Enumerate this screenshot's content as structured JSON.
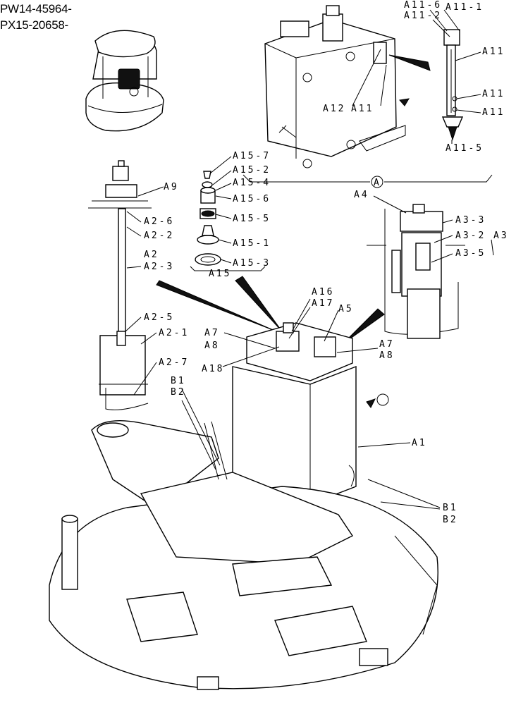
{
  "serials": [
    "PW14-45964-",
    "PX15-20658-"
  ],
  "detail_marker": "A",
  "labels": {
    "A11_6": "A11-6",
    "A11_2": "A11-2",
    "A11_1": "A11-1",
    "A11_top": "A11",
    "A11_mid": "A11",
    "A11_low": "A11",
    "A11_5": "A11-5",
    "A12": "A12",
    "A11_inset": "A11",
    "A15_7": "A15-7",
    "A15_2": "A15-2",
    "A15_4": "A15-4",
    "A15_6": "A15-6",
    "A15_5": "A15-5",
    "A15_1": "A15-1",
    "A15_3": "A15-3",
    "A15": "A15",
    "A9": "A9",
    "A2_6": "A2-6",
    "A2_2": "A2-2",
    "A2": "A2",
    "A2_3": "A2-3",
    "A2_5": "A2-5",
    "A2_1": "A2-1",
    "A2_7": "A2-7",
    "A4": "A4",
    "A3_3": "A3-3",
    "A3_2": "A3-2",
    "A3": "A3",
    "A3_5": "A3-5",
    "A16": "A16",
    "A17": "A17",
    "A5": "A5",
    "A7_left": "A7",
    "A8_left": "A8",
    "A18": "A18",
    "A7_right": "A7",
    "A8_right": "A8",
    "B1_top": "B1",
    "B2_top": "B2",
    "A1": "A1",
    "B1_bottom": "B1",
    "B2_bottom": "B2"
  }
}
